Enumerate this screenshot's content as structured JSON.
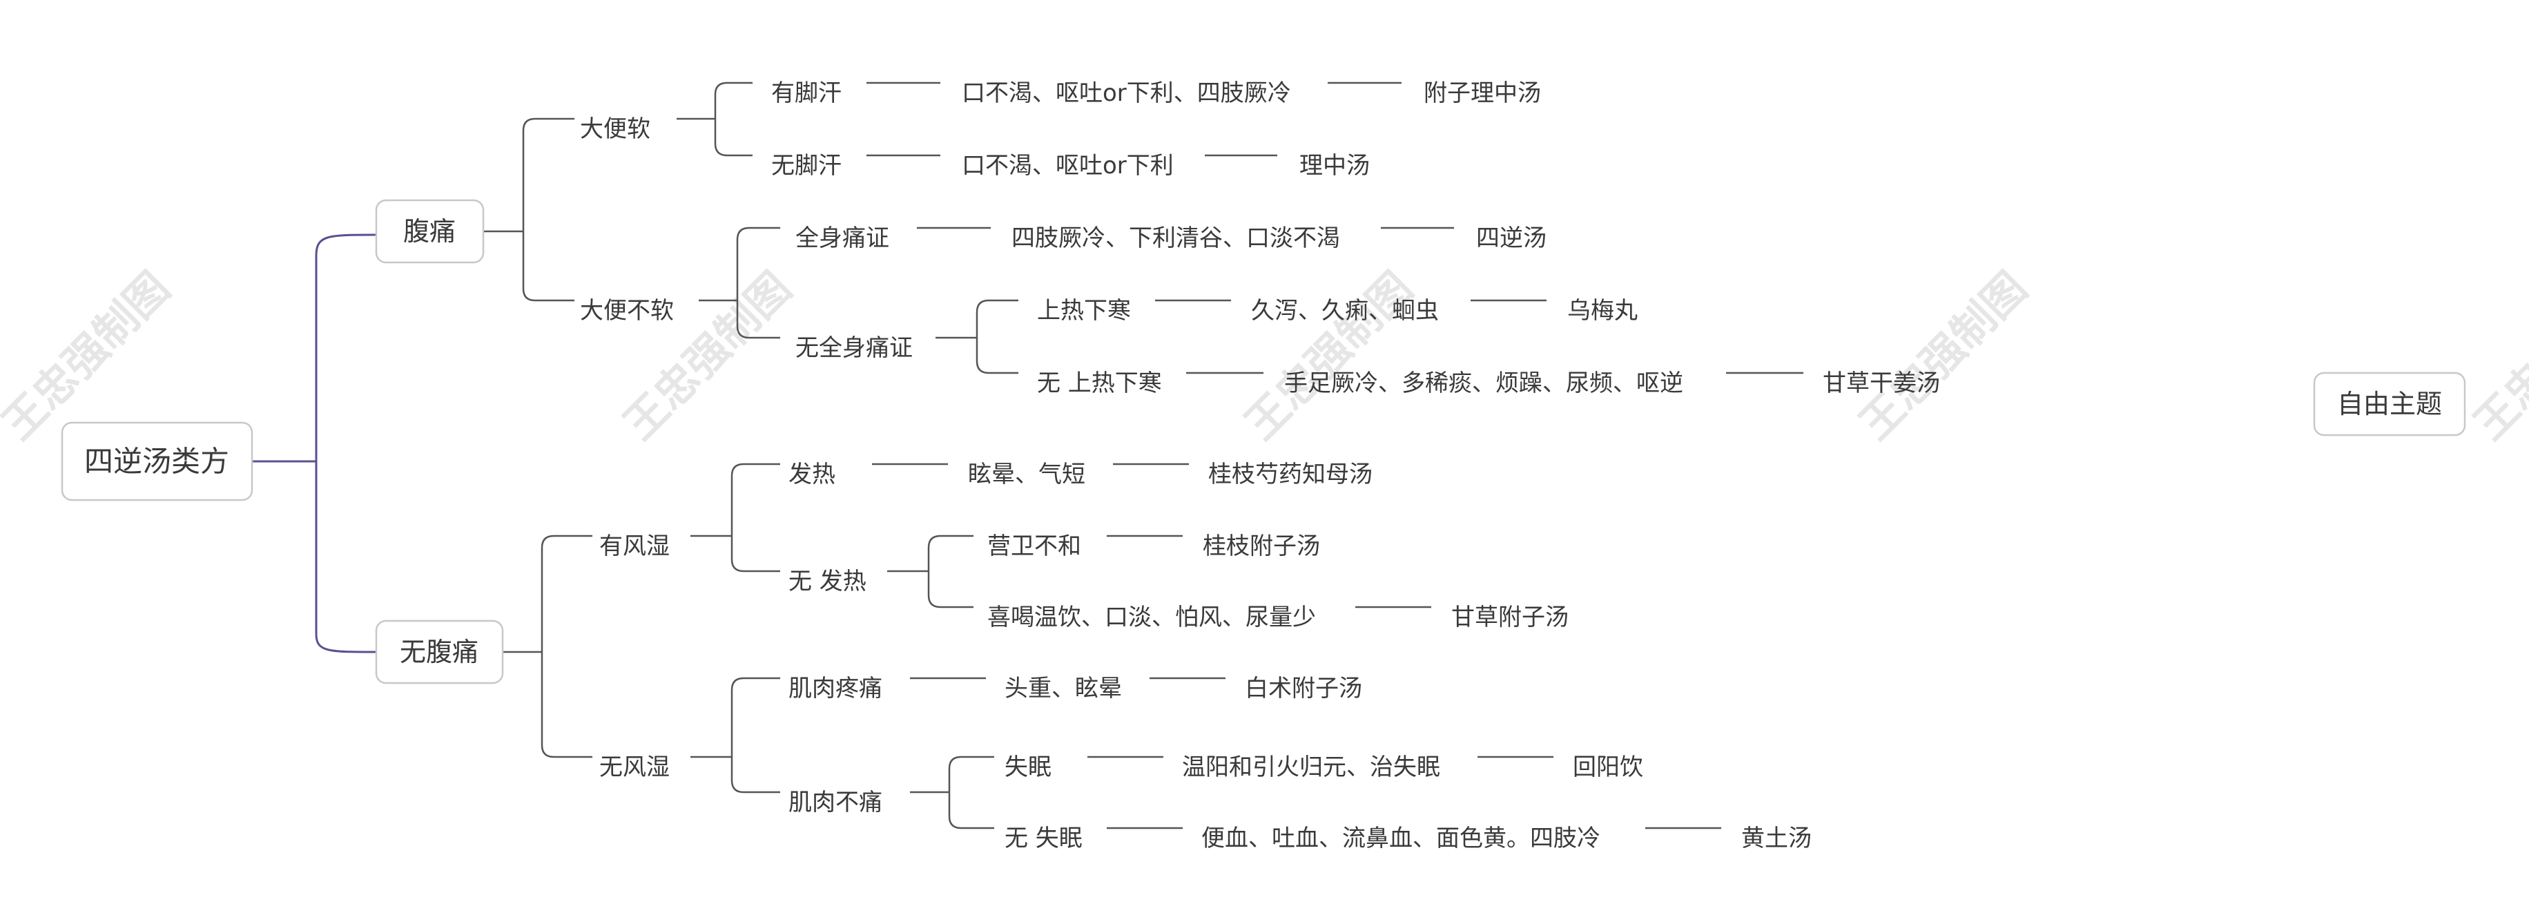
{
  "colors": {
    "connector": "#555555",
    "root_connector": "#5b4f91",
    "box_border": "#c8c8c8",
    "text": "#3a3a3a",
    "watermark": "#e6e6e6"
  },
  "watermark": "王忠强制图",
  "root": "四逆汤类方",
  "floating_topic": "自由主题",
  "branches": {
    "abdominal_pain": {
      "label": "腹痛",
      "soft_stool": {
        "label": "大便软",
        "sweaty_feet": {
          "label": "有脚汗",
          "symptom": "口不渴、呕吐or下利、四肢厥冷",
          "formula": "附子理中汤"
        },
        "no_sweaty_feet": {
          "label": "无脚汗",
          "symptom": "口不渴、呕吐or下利",
          "formula": "理中汤"
        }
      },
      "not_soft_stool": {
        "label": "大便不软",
        "whole_body_pain": {
          "label": "全身痛证",
          "symptom": "四肢厥冷、下利清谷、口淡不渴",
          "formula": "四逆汤"
        },
        "no_whole_body_pain": {
          "label": "无全身痛证",
          "upper_heat": {
            "label": "上热下寒",
            "symptom": "久泻、久痢、蛔虫",
            "formula": "乌梅丸"
          },
          "no_upper_heat": {
            "label": "无 上热下寒",
            "symptom": "手足厥冷、多稀痰、烦躁、尿频、呕逆",
            "formula": "甘草干姜汤"
          }
        }
      }
    },
    "no_abdominal_pain": {
      "label": "无腹痛",
      "wind_damp": {
        "label": "有风湿",
        "fever": {
          "label": "发热",
          "symptom": "眩晕、气短",
          "formula": "桂枝芍药知母汤"
        },
        "no_fever": {
          "label": "无 发热",
          "ying_wei": {
            "label": "营卫不和",
            "formula": "桂枝附子汤"
          },
          "warm_drink": {
            "label": "喜喝温饮、口淡、怕风、尿量少",
            "formula": "甘草附子汤"
          }
        }
      },
      "no_wind_damp": {
        "label": "无风湿",
        "muscle_pain": {
          "label": "肌肉疼痛",
          "symptom": "头重、眩晕",
          "formula": "白术附子汤"
        },
        "no_muscle_pain": {
          "label": "肌肉不痛",
          "insomnia": {
            "label": "失眠",
            "symptom": "温阳和引火归元、治失眠",
            "formula": "回阳饮"
          },
          "no_insomnia": {
            "label": "无 失眠",
            "symptom": "便血、吐血、流鼻血、面色黄。四肢冷",
            "formula": "黄土汤"
          }
        }
      }
    }
  }
}
